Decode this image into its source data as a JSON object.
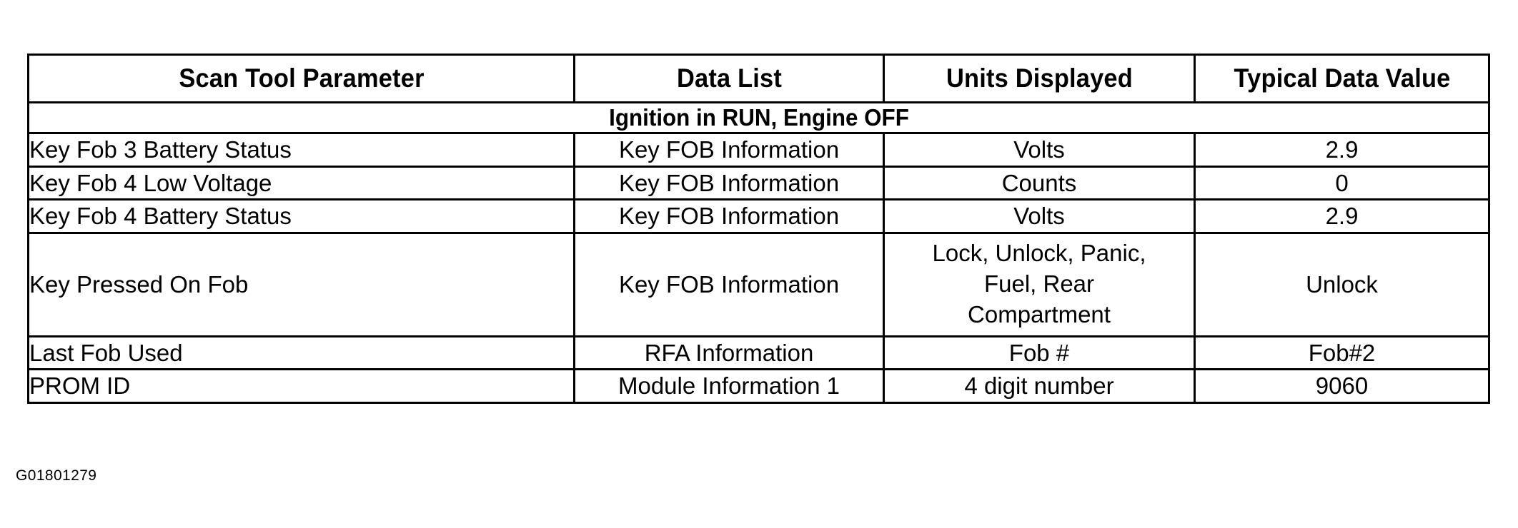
{
  "document": {
    "figure_id": "G01801279"
  },
  "table": {
    "columns": [
      {
        "key": "parameter",
        "label": "Scan Tool Parameter"
      },
      {
        "key": "data_list",
        "label": "Data List"
      },
      {
        "key": "units",
        "label": "Units Displayed"
      },
      {
        "key": "value",
        "label": "Typical Data Value"
      }
    ],
    "section_label": "Ignition in RUN, Engine OFF",
    "rows": [
      {
        "parameter": "Key Fob 3 Battery Status",
        "data_list": "Key FOB Information",
        "units": "Volts",
        "value": "2.9"
      },
      {
        "parameter": "Key Fob 4 Low Voltage",
        "data_list": "Key FOB Information",
        "units": "Counts",
        "value": "0"
      },
      {
        "parameter": "Key Fob 4 Battery Status",
        "data_list": "Key FOB Information",
        "units": "Volts",
        "value": "2.9"
      },
      {
        "parameter": "Key Pressed On Fob",
        "data_list": "Key FOB Information",
        "units_line1": "Lock, Unlock, Panic,",
        "units_line2": "Fuel, Rear",
        "units_line3": "Compartment",
        "value": "Unlock"
      },
      {
        "parameter": "Last Fob Used",
        "data_list": "RFA Information",
        "units": "Fob #",
        "value": "Fob#2"
      },
      {
        "parameter": "PROM ID",
        "data_list": "Module Information 1",
        "units": "4 digit number",
        "value": "9060"
      }
    ]
  },
  "colors": {
    "border": "#000000",
    "text": "#000000",
    "background": "#ffffff"
  }
}
